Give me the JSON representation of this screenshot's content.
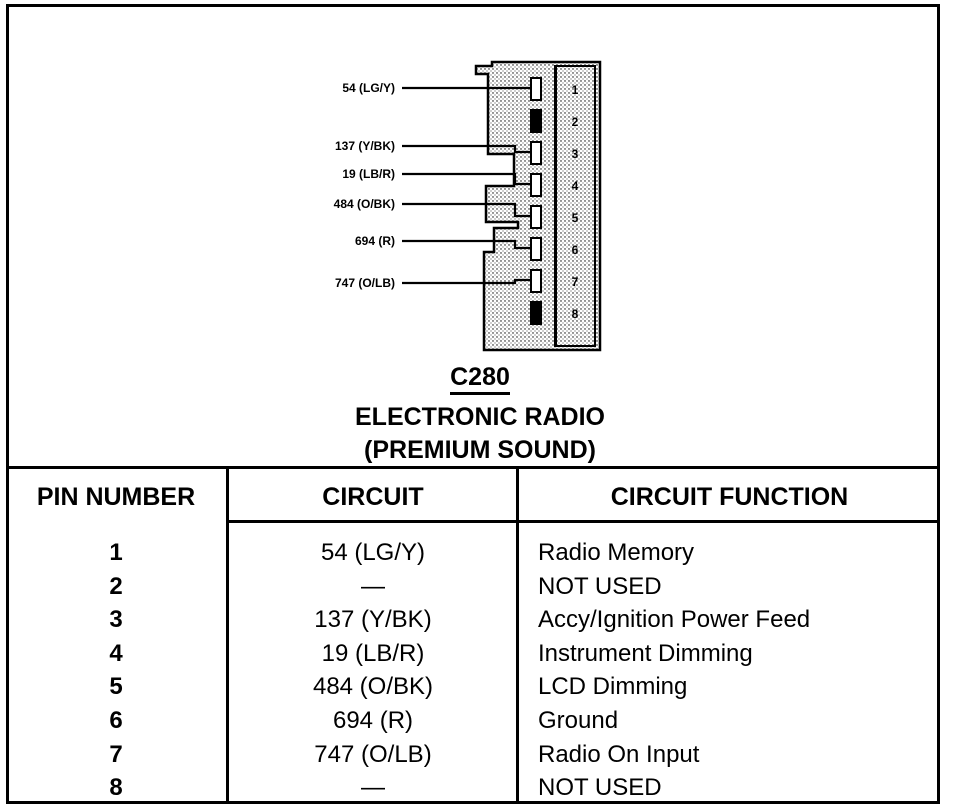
{
  "connector": {
    "id": "C280",
    "title_line1": "ELECTRONIC RADIO",
    "title_line2": "(PREMIUM SOUND)",
    "diagram_wire_labels": [
      "54 (LG/Y)",
      "137 (Y/BK)",
      "19 (LB/R)",
      "484 (O/BK)",
      "694 (R)",
      "747 (O/LB)"
    ],
    "diagram_wire_pins": [
      1,
      3,
      4,
      5,
      6,
      7
    ],
    "cavity_numbers": [
      "1",
      "2",
      "3",
      "4",
      "5",
      "6",
      "7",
      "8"
    ],
    "blocked_cavities": [
      2,
      8
    ]
  },
  "table": {
    "headers": [
      "PIN NUMBER",
      "CIRCUIT",
      "CIRCUIT FUNCTION"
    ],
    "rows": [
      {
        "pin": "1",
        "circuit": "54 (LG/Y)",
        "function": "Radio Memory"
      },
      {
        "pin": "2",
        "circuit": "—",
        "function": "NOT USED"
      },
      {
        "pin": "3",
        "circuit": "137 (Y/BK)",
        "function": "Accy/Ignition Power Feed"
      },
      {
        "pin": "4",
        "circuit": "19 (LB/R)",
        "function": "Instrument Dimming"
      },
      {
        "pin": "5",
        "circuit": "484 (O/BK)",
        "function": "LCD Dimming"
      },
      {
        "pin": "6",
        "circuit": "694 (R)",
        "function": "Ground"
      },
      {
        "pin": "7",
        "circuit": "747 (O/LB)",
        "function": "Radio On Input"
      },
      {
        "pin": "8",
        "circuit": "—",
        "function": "NOT USED"
      }
    ]
  }
}
